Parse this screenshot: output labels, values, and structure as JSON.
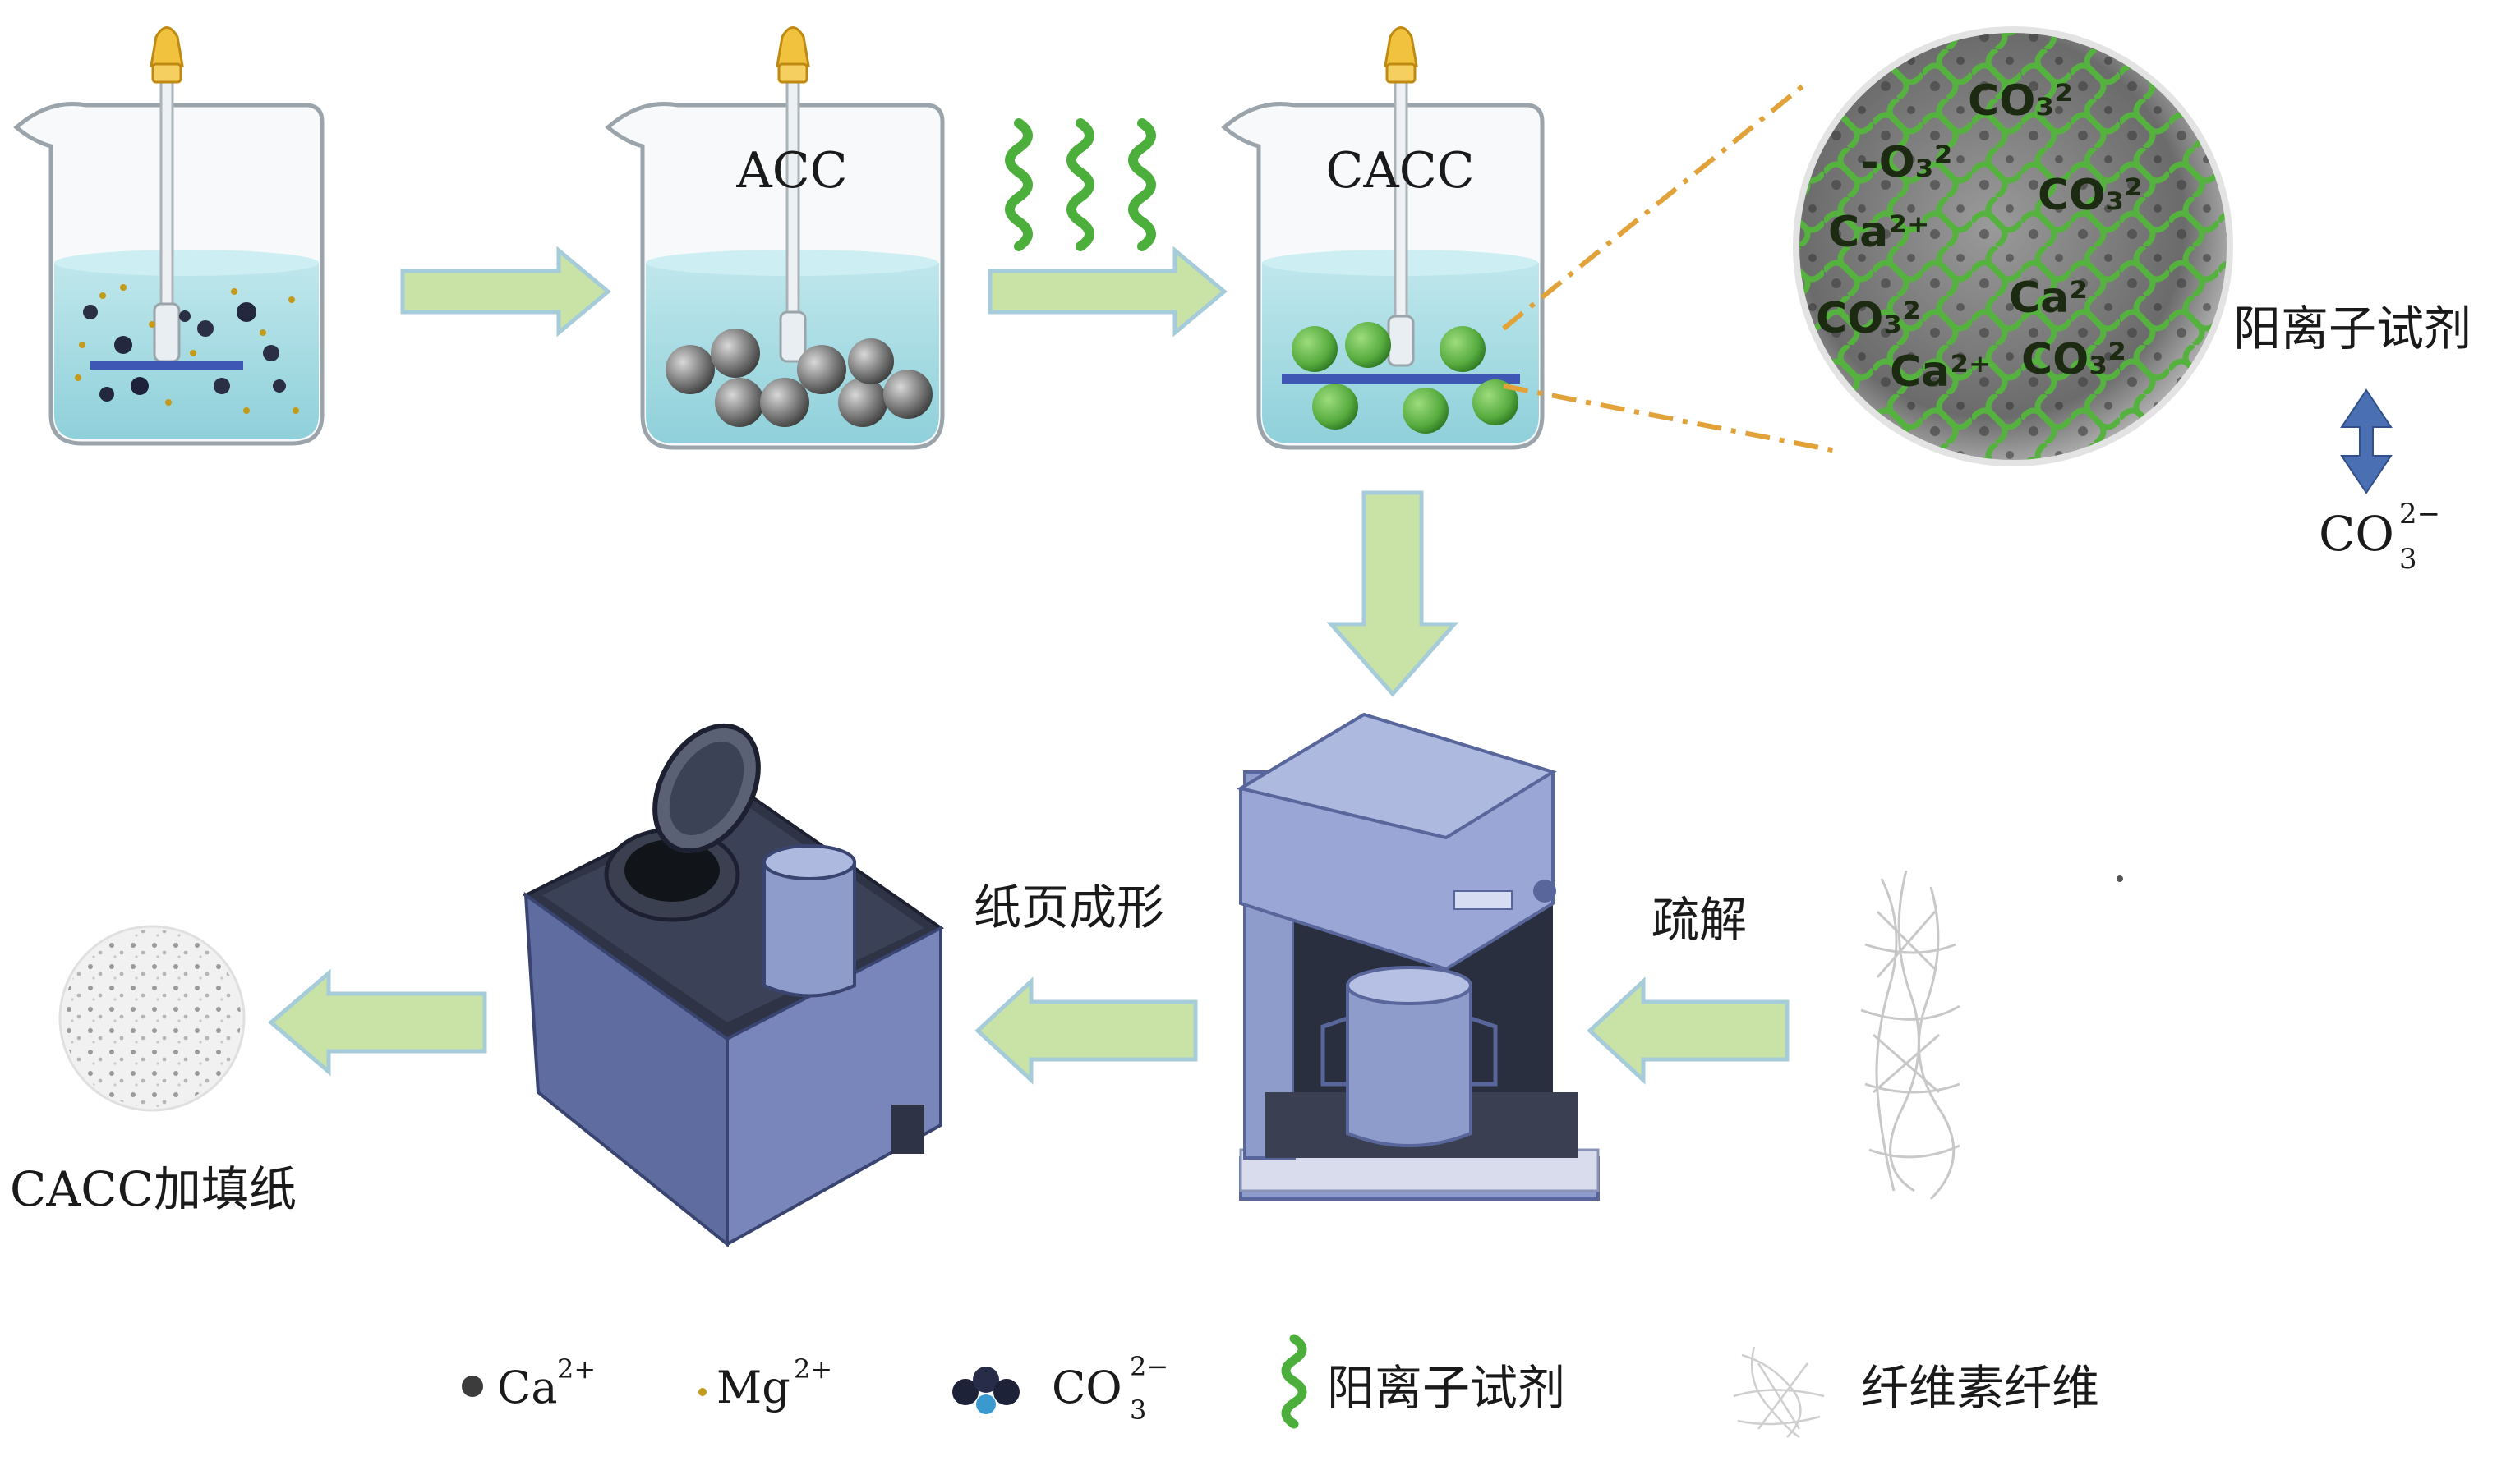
{
  "beakers": {
    "b2_label": "ACC",
    "b3_label": "CACC"
  },
  "zoom_sphere": {
    "ions": [
      "CO₃²",
      "-O₃²",
      "Ca²⁺",
      "CO₃²",
      "CO₃²",
      "Ca²",
      "Ca²⁺",
      "CO₃²"
    ]
  },
  "side_labels": {
    "reagent": "阳离子试剂",
    "carbonate_base": "CO",
    "carbonate_sup": "2−",
    "carbonate_sub": "3"
  },
  "process_labels": {
    "dissociation": "疏解",
    "sheet_forming": "纸页成形",
    "product": "CACC加填纸"
  },
  "legend": {
    "ca_base": "Ca",
    "ca_sup": "2+",
    "mg_base": "Mg",
    "mg_sup": "2+",
    "co3_base": "CO",
    "co3_sup": "2−",
    "co3_sub": "3",
    "reagent": "阳离子试剂",
    "fiber": "纤维素纤维"
  },
  "colors": {
    "arrow_fill": "#c9e3a6",
    "arrow_edge": "#a6ccd9",
    "liquid": "#a9dde4",
    "machine": "#8e9ccc",
    "machine_dark": "#59669b",
    "reagent_green": "#4caf3c",
    "double_arrow": "#4a6fb3"
  }
}
